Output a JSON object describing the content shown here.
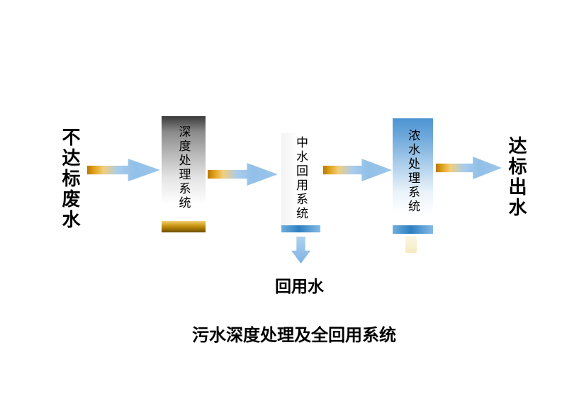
{
  "diagram": {
    "input_label": "不达标废水",
    "output_label": "达标出水",
    "boxes": [
      {
        "id": "deep-treatment",
        "label": "深度处理系统"
      },
      {
        "id": "water-reuse",
        "label": "中水回用系统"
      },
      {
        "id": "concentrate-treatment",
        "label": "浓水处理系统"
      }
    ],
    "reuse_output_label": "回用水",
    "caption": "污水深度处理及全回用系统"
  },
  "colors": {
    "arrow_gold": "#D89010",
    "arrow_blue": "#8FBEE8",
    "box_deep_top": "#3A3A3A",
    "gold_bar": "#C6920E",
    "blue_bar": "#2E7FC0",
    "box_concentrate_top": "#4E94D2",
    "text": "#000000",
    "background": "#FFFFFF"
  }
}
